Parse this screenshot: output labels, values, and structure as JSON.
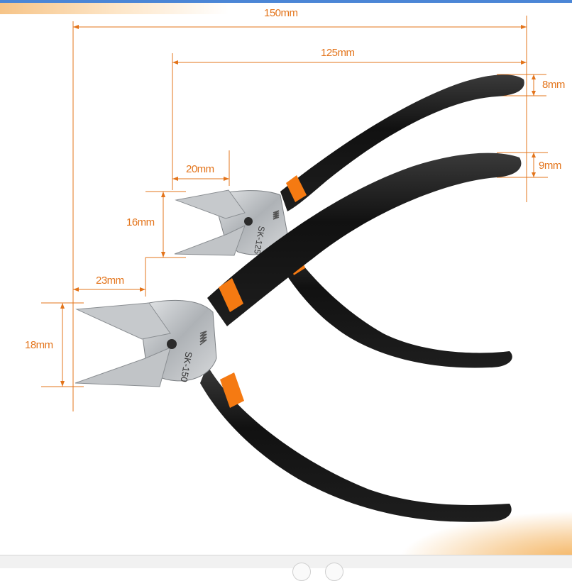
{
  "dimensions": {
    "overall_length": "150mm",
    "small_length": "125mm",
    "small_handle_width": "8mm",
    "large_handle_width": "9mm",
    "small_jaw_length": "20mm",
    "small_jaw_opening": "16mm",
    "large_jaw_length": "23mm",
    "large_jaw_opening": "18mm"
  },
  "tools": {
    "small_model": "SK-125",
    "large_model": "SK-150"
  },
  "colors": {
    "dimension_line": "#e3741b",
    "handle": "#1a1a1a",
    "handle_band": "#f57a12",
    "steel": "#b9bcc0"
  }
}
